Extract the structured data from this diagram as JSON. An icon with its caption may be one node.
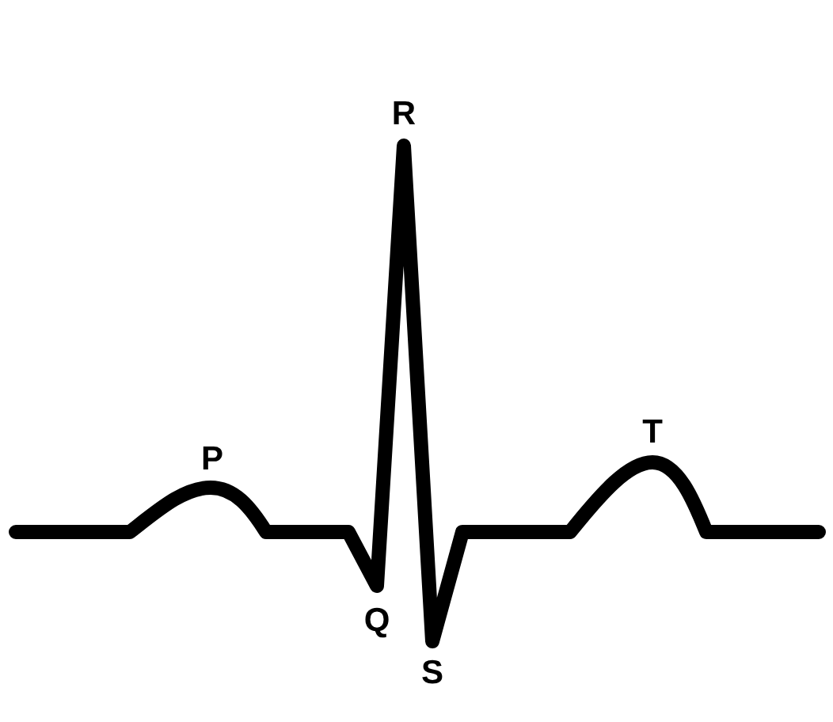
{
  "diagram": {
    "labels": [
      "R",
      "P",
      "T",
      "Q",
      "S"
    ]
  }
}
